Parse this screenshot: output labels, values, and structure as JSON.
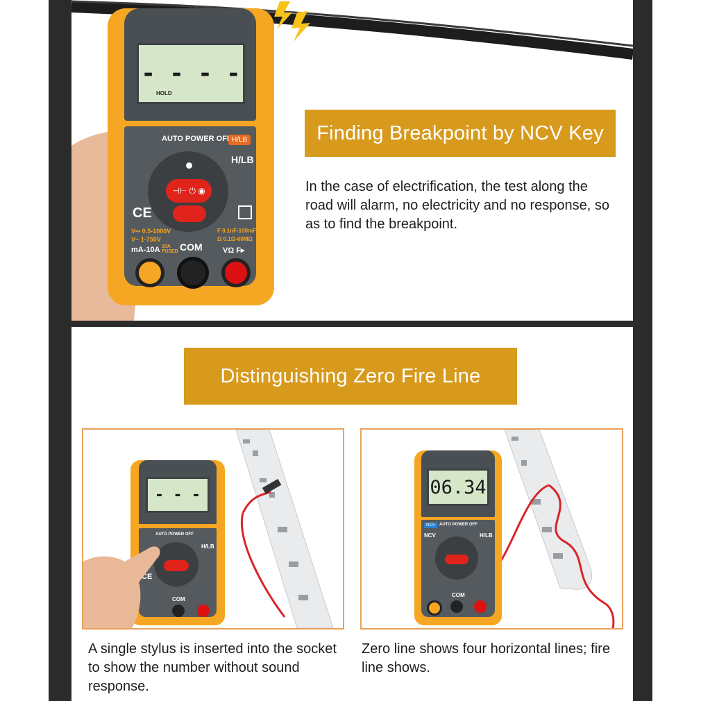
{
  "top_section": {
    "banner_title": "Finding Breakpoint by NCV Key",
    "description": "In the case of electrification, the test along the road will alarm, no electricity and no response, so as to find the breakpoint.",
    "meter": {
      "display": "- - - -",
      "hold_label": "HOLD",
      "auto_power_off": "AUTO POWER OFF",
      "hlb_badge": "H/LB",
      "hlb_label": "H/LB",
      "ce_mark": "CE",
      "com_label": "COM",
      "ma_label": "mA-10A",
      "fused_label": "10A FUSED",
      "v_range_dc": "V⎓ 0.5-1000V",
      "v_range_ac": "V~ 1-750V",
      "f_range": "F 0.1nF-100mF",
      "ohm_range": "Ω 0.1Ω-60MΩ",
      "vo_label": "VΩ F▸"
    }
  },
  "bottom_section": {
    "banner_title": "Distinguishing Zero Fire Line",
    "left_caption": "A single stylus is inserted into the socket to show the number without sound response.",
    "right_caption": "Zero line shows four horizontal lines; fire line shows.",
    "left_meter": {
      "display": "- - -",
      "auto_power_off": "AUTO POWER OFF",
      "hlb_label": "H/LB",
      "com_label": "COM",
      "ce_mark": "CE"
    },
    "right_meter": {
      "display": "06.34",
      "ncv_label": "NCV",
      "auto_power_off": "AUTO POWER OFF",
      "hlb_label": "H/LB",
      "com_label": "COM"
    }
  },
  "colors": {
    "banner": "#d79a1d",
    "frame": "#2b2b2b",
    "meter_body": "#f5a623",
    "meter_face": "#555a5e",
    "lcd": "#d6e6c8",
    "accent_red": "#e0241b",
    "photo_border": "#e9a15a"
  }
}
